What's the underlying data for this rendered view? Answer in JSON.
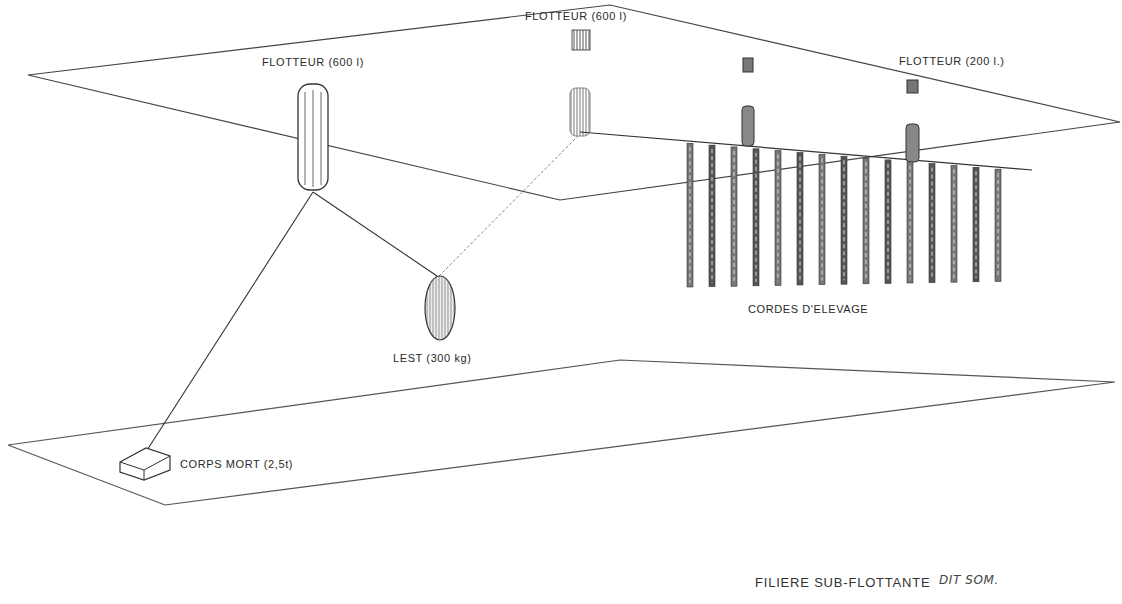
{
  "diagram": {
    "caption": "FILIERE SUB-FLOTTANTE",
    "labels": [
      "FLOTTEUR (600 l)",
      "FLOTTEUR (600 l)",
      "FLOTTEUR (200 l.)",
      "LEST (300 kg)",
      "CORDES D'ELEVAGE",
      "CORPS MORT (2,5t)",
      "DIT SOM."
    ]
  }
}
